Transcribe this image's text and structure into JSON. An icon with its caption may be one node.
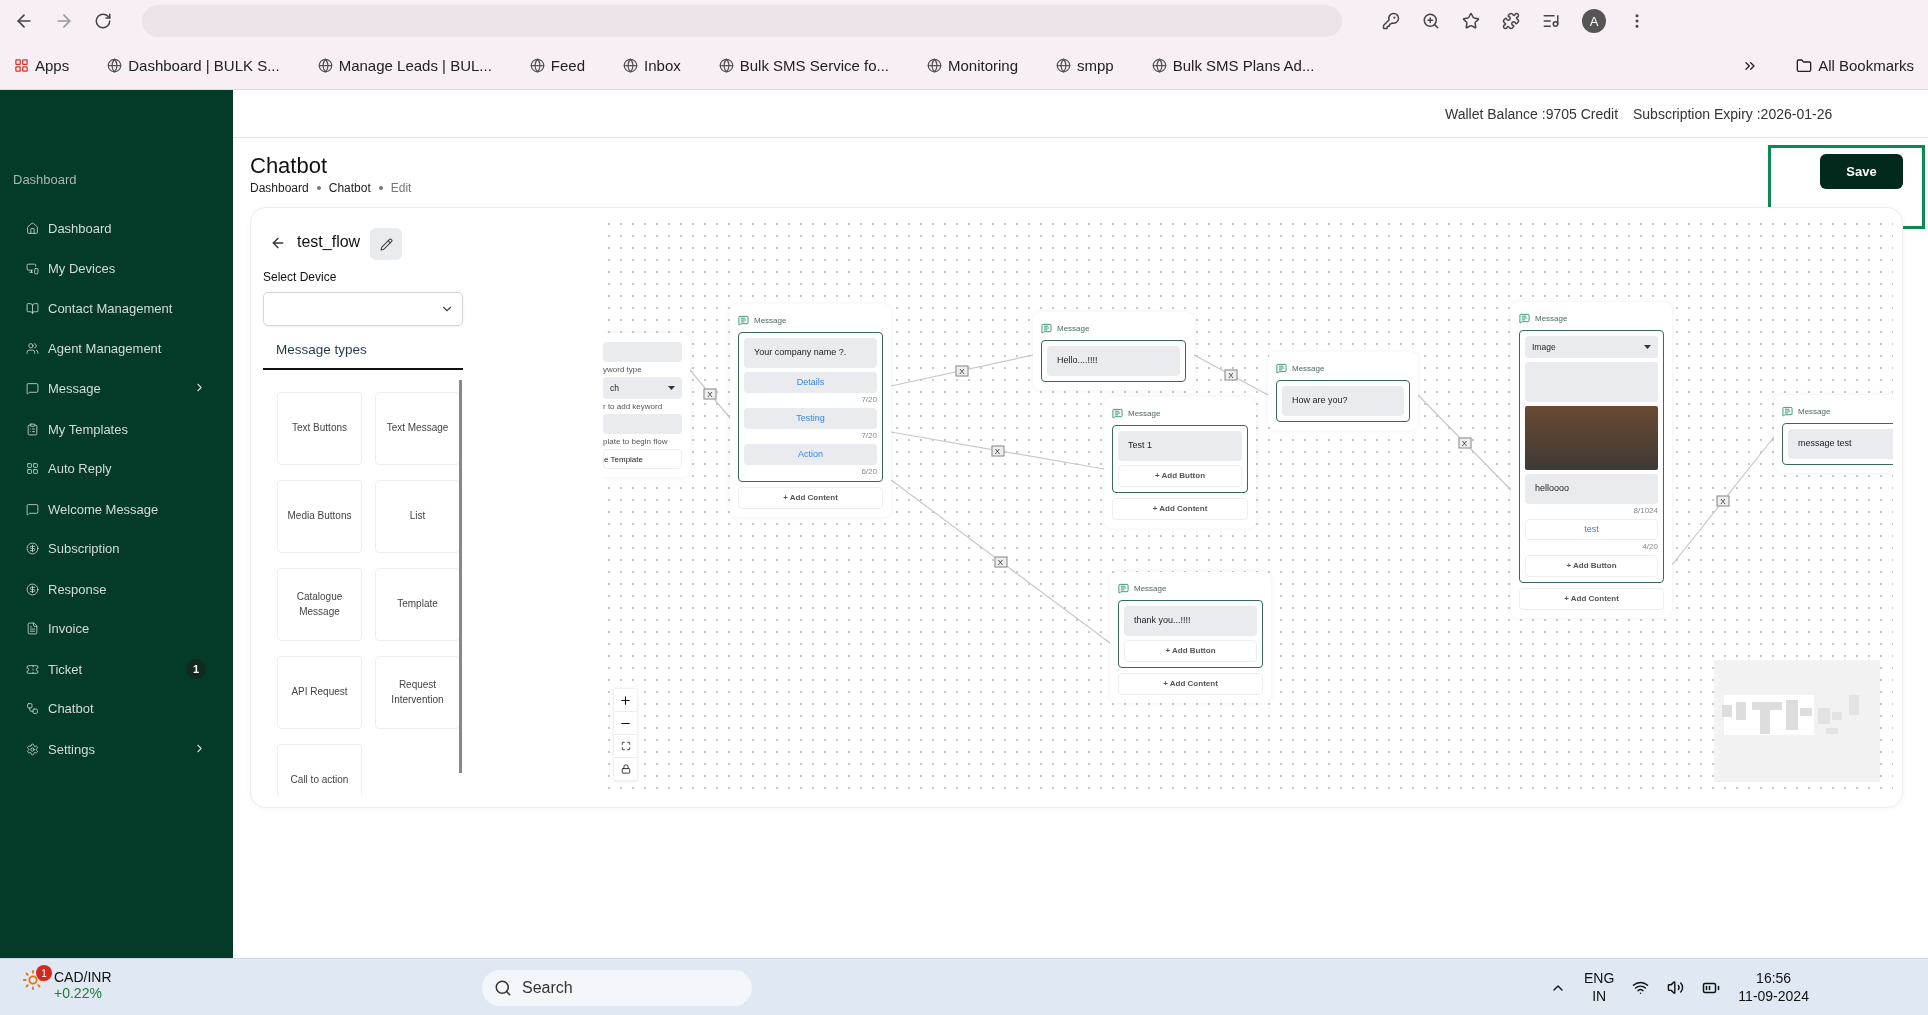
{
  "diagram": {
    "title": "Chatbot",
    "nodes": [
      {
        "text": [
          "Text Buttons"
        ]
      },
      {
        "text": [
          "Text Message"
        ]
      },
      {
        "text": [
          "Media Buttons"
        ]
      },
      {
        "text": [
          "List"
        ]
      },
      {
        "text": [
          "Catalogue Message"
        ]
      },
      {
        "text": [
          "Template"
        ]
      },
      {
        "text": [
          "API Request"
        ]
      },
      {
        "text": [
          "Request Intervention"
        ]
      },
      {
        "text": [
          "Call to action"
        ]
      },
      {
        "text": [
          "yword type",
          "ch",
          "r to add keyword",
          "plate to begin flow",
          "e Template"
        ]
      },
      {
        "text": [
          "Message",
          "Your company name ?.",
          "Details",
          "7/20",
          "Testing",
          "7/20",
          "Action",
          "6/20",
          "+ Add Content"
        ]
      },
      {
        "text": [
          "Message",
          "Hello....!!!!"
        ]
      },
      {
        "text": [
          "Message",
          "Test 1",
          "+ Add Button",
          "+ Add Content"
        ]
      },
      {
        "text": [
          "Message",
          "thank you...!!!!",
          "+ Add Button",
          "+ Add Content"
        ]
      },
      {
        "text": [
          "Message",
          "How are you?"
        ]
      },
      {
        "text": [
          "Message",
          "Image",
          "helloooo",
          "8/1024",
          "test",
          "4/20",
          "+ Add Button",
          "+ Add Content"
        ]
      },
      {
        "text": [
          "Message",
          "message test"
        ]
      }
    ],
    "edges": [
      {
        "from": 9,
        "to": 10,
        "arrow": "none",
        "label": "X"
      },
      {
        "from": 10,
        "to": 11,
        "arrow": "none",
        "label": "X"
      },
      {
        "from": 10,
        "to": 12,
        "arrow": "none",
        "label": "X"
      },
      {
        "from": 10,
        "to": 13,
        "arrow": "none",
        "label": "X"
      },
      {
        "from": 11,
        "to": 14,
        "arrow": "none",
        "label": "X"
      },
      {
        "from": 14,
        "to": 15,
        "arrow": "none",
        "label": "X"
      },
      {
        "from": 15,
        "to": 16,
        "arrow": "none",
        "label": "X"
      }
    ],
    "labels": [
      "Apps",
      "Dashboard | BULK S...",
      "Manage Leads | BUL...",
      "Feed",
      "Inbox",
      "Bulk SMS Service fo...",
      "Monitoring",
      "smpp",
      "Bulk SMS Plans Ad...",
      "All Bookmarks",
      "A",
      "Dashboard",
      "Dashboard",
      "My Devices",
      "Contact Management",
      "Agent Management",
      "Message",
      "My Templates",
      "Auto Reply",
      "Welcome Message",
      "Subscription",
      "Response",
      "Invoice",
      "Ticket",
      "Chatbot",
      "Settings",
      "1",
      "Wallet Balance :9705 Credit",
      "Subscription Expiry :2026-01-26",
      "Dashboard",
      "Chatbot",
      "Edit",
      "Save",
      "test_flow",
      "Select Device",
      "Message types",
      "1",
      "CAD/INR",
      "+0.22%",
      "Search",
      "ENG",
      "IN",
      "16:56",
      "11-09-2024"
    ]
  }
}
